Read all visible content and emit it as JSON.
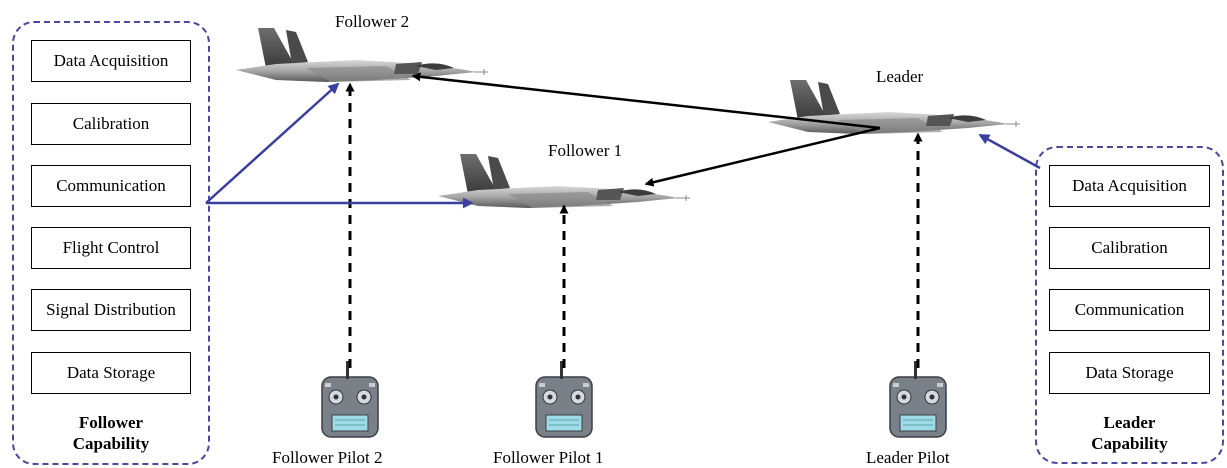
{
  "follower_capability": {
    "items": [
      "Data Acquisition",
      "Calibration",
      "Communication",
      "Flight Control",
      "Signal Distribution",
      "Data Storage"
    ],
    "title_line1": "Follower",
    "title_line2": "Capability"
  },
  "leader_capability": {
    "items": [
      "Data Acquisition",
      "Calibration",
      "Communication",
      "Data Storage"
    ],
    "title_line1": "Leader",
    "title_line2": "Capability"
  },
  "aircraft": {
    "follower2": "Follower 2",
    "follower1": "Follower 1",
    "leader": "Leader"
  },
  "pilots": {
    "follower2": "Follower Pilot 2",
    "follower1": "Follower Pilot 1",
    "leader": "Leader Pilot"
  },
  "colors": {
    "capability_link": "#3b3f9e",
    "command_link": "#000000",
    "group_border": "#4a4a9a"
  }
}
